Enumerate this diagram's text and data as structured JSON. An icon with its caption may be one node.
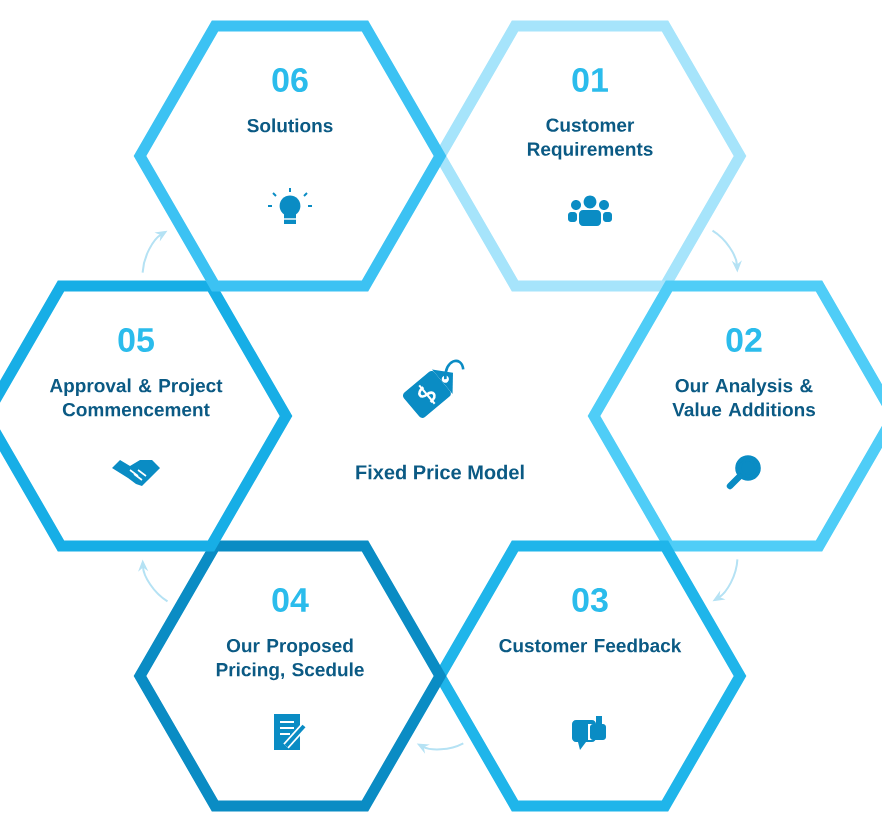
{
  "diagram": {
    "nodes": [
      {
        "text": [
          "01",
          "Customer Requirements"
        ]
      },
      {
        "text": [
          "02",
          "Our Analysis & Value Additions"
        ]
      },
      {
        "text": [
          "03",
          "Customer Feedback"
        ]
      },
      {
        "text": [
          "04",
          "Our Proposed Pricing, Scedule"
        ]
      },
      {
        "text": [
          "05",
          "Approval & Project Commencement"
        ]
      },
      {
        "text": [
          "06",
          "Solutions"
        ]
      }
    ],
    "edges": [
      {
        "from": 0,
        "to": 1,
        "arrow": "to"
      },
      {
        "from": 1,
        "to": 2,
        "arrow": "to"
      },
      {
        "from": 2,
        "to": 3,
        "arrow": "to"
      },
      {
        "from": 3,
        "to": 4,
        "arrow": "to"
      },
      {
        "from": 4,
        "to": 5,
        "arrow": "to"
      }
    ],
    "labels": [
      "Fixed Price Model"
    ]
  }
}
